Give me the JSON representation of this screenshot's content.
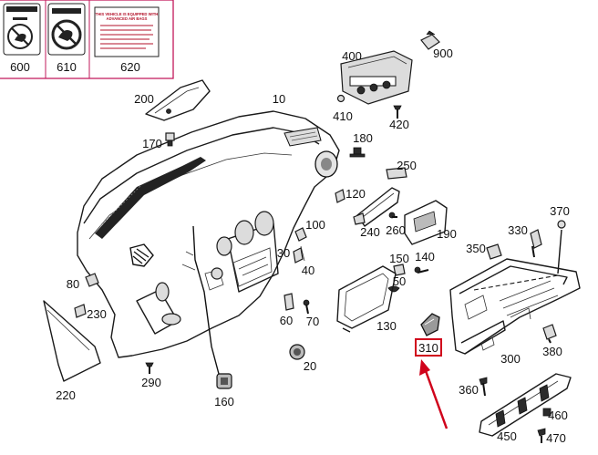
{
  "labels": {
    "p600": "600",
    "p610": "610",
    "p620": "620",
    "p200": "200",
    "p10": "10",
    "p400": "400",
    "p900": "900",
    "p410": "410",
    "p420": "420",
    "p170": "170",
    "p180": "180",
    "p250": "250",
    "p120": "120",
    "p240": "240",
    "p260": "260",
    "p190": "190",
    "p100": "100",
    "p30": "30",
    "p40": "40",
    "p370": "370",
    "p330": "330",
    "p350": "350",
    "p140": "140",
    "p150": "150",
    "p50": "50",
    "p80": "80",
    "p230": "230",
    "p60": "60",
    "p70": "70",
    "p130": "130",
    "p310": "310",
    "p300": "300",
    "p380": "380",
    "p290": "290",
    "p20": "20",
    "p160": "160",
    "p220": "220",
    "p360": "360",
    "p460": "460",
    "p450": "450",
    "p470": "470"
  },
  "decal": {
    "line1": "THIS VEHICLE IS EQUIPPED WITH",
    "line2": "ADVANCED AIR BAGS"
  },
  "colors": {
    "highlight": "#d0021b",
    "label_box_border": "#c2185b"
  },
  "highlighted_part": "310"
}
